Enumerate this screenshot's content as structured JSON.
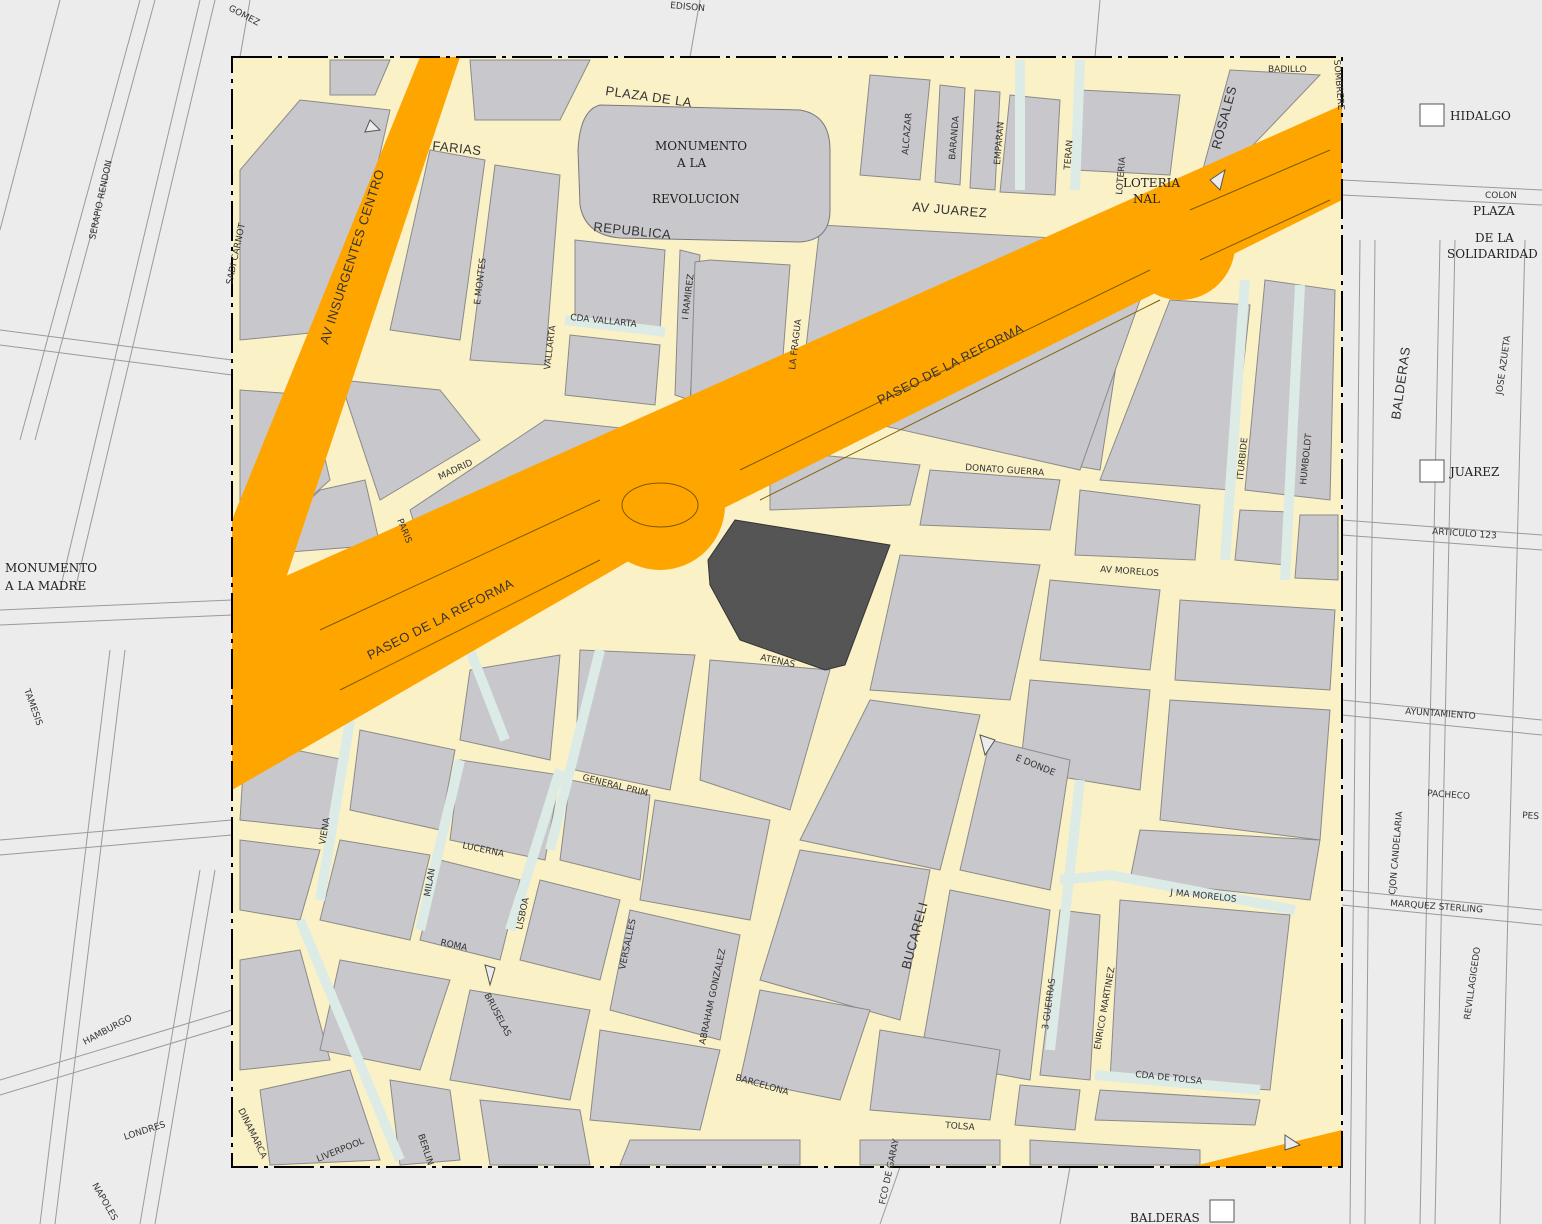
{
  "map": {
    "colors": {
      "background": "#ececec",
      "block_inside": "#c8c8cc",
      "street_minor": "#fbf1c7",
      "street_tinted": "#dcebe6",
      "avenue_major": "#ffa500",
      "highlight_block": "#555555",
      "outline": "#7a7a7a",
      "boundary": "#000000"
    },
    "avenues": {
      "insurgentes": "AV INSURGENTES CENTRO",
      "reforma_upper": "PASEO DE LA REFORMA",
      "reforma_lower": "PASEO DE LA REFORMA"
    },
    "landmarks": {
      "monumento_line1": "MONUMENTO",
      "monumento_line2": "A LA",
      "monumento_line3": "REVOLUCION",
      "loteria_line1": "LOTERIA",
      "loteria_line2": "NAL",
      "madre_line1": "MONUMENTO",
      "madre_line2": "A LA MADRE",
      "plaza_sol_1": "PLAZA",
      "plaza_sol_2": "DE LA",
      "plaza_sol_3": "SOLIDARIDAD"
    },
    "metro": {
      "hidalgo": "HIDALGO",
      "juarez": "JUAREZ",
      "balderas": "BALDERAS"
    },
    "streets": {
      "gomez": "GOMEZ",
      "edison": "EDISON",
      "plaza_de_la": "PLAZA DE LA",
      "farias": "FARIAS",
      "republica": "REPUBLICA",
      "av_juarez": "AV JUAREZ",
      "rosales": "ROSALES",
      "badillo": "BADILLO",
      "sombrerete": "SOMBRERE",
      "alcazar": "ALCAZAR",
      "baranda": "BARANDA",
      "emparan": "EMPARAN",
      "teran": "TERAN",
      "loteria_st": "LOTERIA",
      "colon": "COLON",
      "serapio": "SERAPIO RENDON",
      "carnot": "SADI CARNOT",
      "e_montes": "E MONTES",
      "vallarta": "VALLARTA",
      "cda_vallarta": "CDA VALLARTA",
      "i_ramirez": "I RAMIREZ",
      "la_fragua": "LA FRAGUA",
      "balderas": "BALDERAS",
      "jose_azueta": "JOSE AZUETA",
      "iturbide": "ITURBIDE",
      "humboldt": "HUMBOLDT",
      "madrid": "MADRID",
      "paris": "PARIS",
      "donato_guerra": "DONATO GUERRA",
      "articulo_123": "ARTICULO 123",
      "av_morelos": "AV MORELOS",
      "atenas": "ATENAS",
      "tamesis": "TAMESIS",
      "ayuntamiento": "AYUNTAMIENTO",
      "e_donde": "E DONDE",
      "pacheco": "PACHECO",
      "pes": "PES",
      "general_prim": "GENERAL PRIM",
      "lucerna": "LUCERNA",
      "viena": "VIENA",
      "milan": "MILAN",
      "lisboa": "LISBOA",
      "versalles": "VERSALLES",
      "bucareli": "BUCARELI",
      "j_ma_morelos": "J MA MORELOS",
      "cjon_candelaria": "CJON CANDELARIA",
      "marquez_sterling": "MARQUEZ STERLING",
      "roma": "ROMA",
      "bruselas": "BRUSELAS",
      "abraham_gonzalez": "ABRAHAM GONZALEZ",
      "tres_guerras": "3 GUERRAS",
      "enrico_martinez": "ENRICO MARTINEZ",
      "revillagigedo": "REVILLAGIGEDO",
      "hamburgo": "HAMBURGO",
      "cda_de_tolsa": "CDA DE TOLSA",
      "barcelona": "BARCELONA",
      "londres": "LONDRES",
      "dinamarca": "DINAMARCA",
      "liverpool": "LIVERPOOL",
      "berlin": "BERLIN",
      "tolsa": "TOLSA",
      "fco_de_garay": "FCO DE GARAY",
      "napoles": "NAPOLES"
    }
  }
}
